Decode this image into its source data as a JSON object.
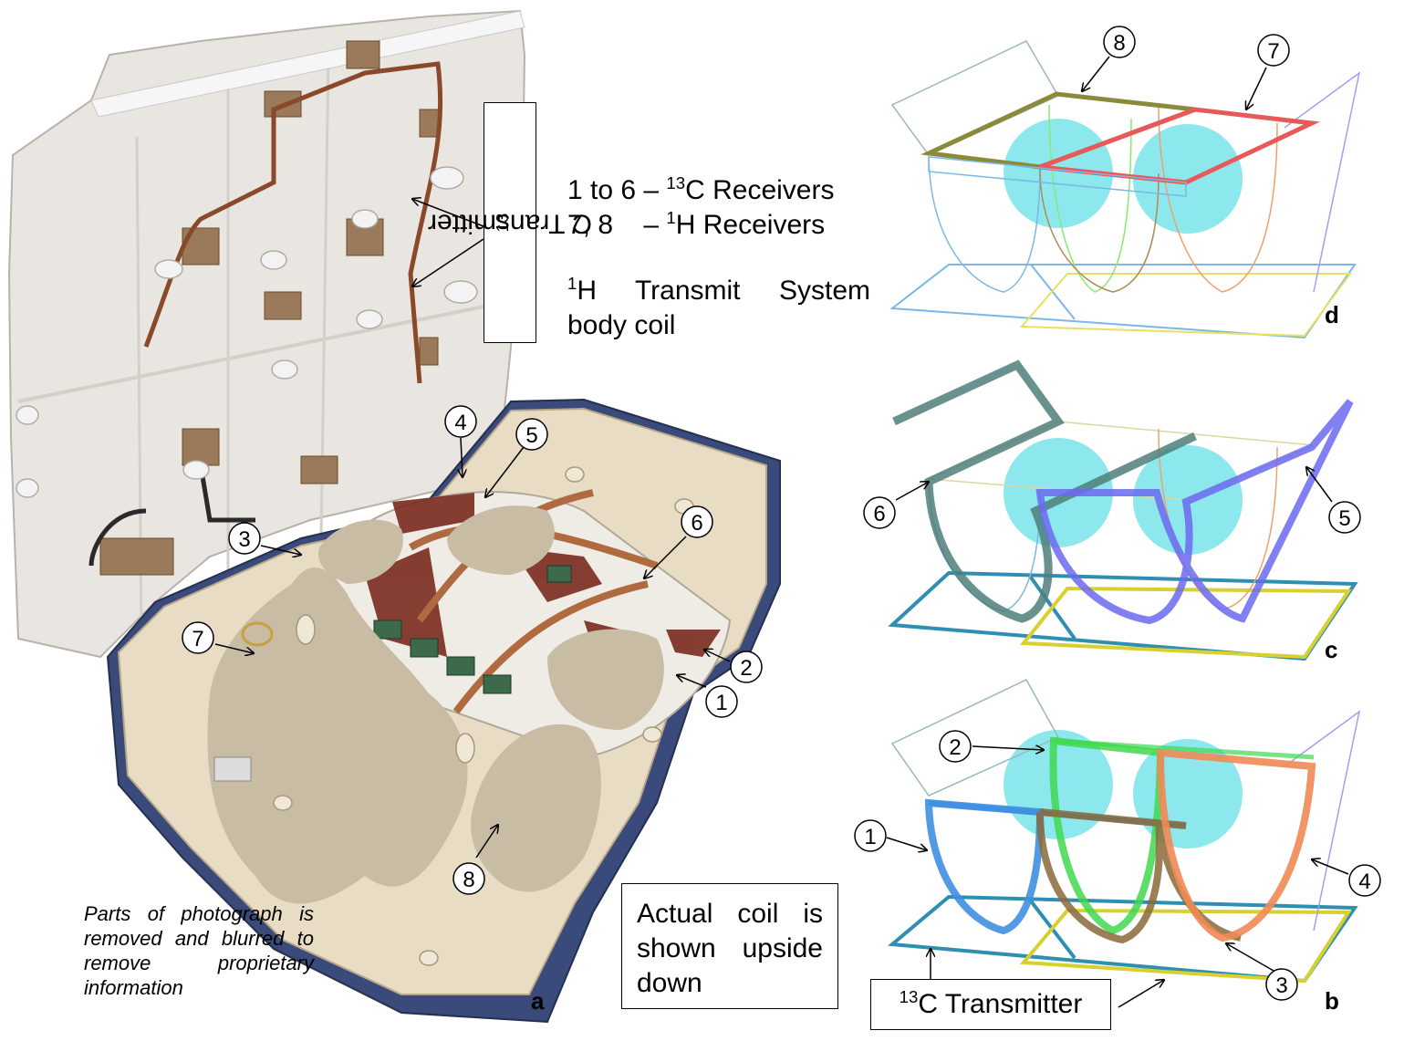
{
  "legend": {
    "line1_pre": "1 to 6 – ",
    "line1_sup": "13",
    "line1_post": "C Receivers",
    "line2_pre": "7, 8    – ",
    "line2_sup": "1",
    "line2_post": "H Receivers",
    "line3_sup": "1",
    "line3_post": "H Transmit System",
    "line4": "body coil"
  },
  "photo": {
    "transmitter_sup": "13",
    "transmitter_text": "C Transmitter",
    "callouts": [
      "1",
      "2",
      "3",
      "4",
      "5",
      "6",
      "7",
      "8"
    ]
  },
  "note": "Parts of photograph is removed and blurred to remove proprietary information",
  "actual_coil_box": "Actual coil is shown upside down",
  "panel_b": {
    "transmitter_sup": "13",
    "transmitter_text": "C Transmitter",
    "callouts": [
      "1",
      "2",
      "3",
      "4"
    ]
  },
  "panel_c": {
    "callouts": [
      "5",
      "6"
    ]
  },
  "panel_d": {
    "callouts": [
      "7",
      "8"
    ]
  },
  "panel_letters": {
    "a": "a",
    "b": "b",
    "c": "c",
    "d": "d"
  },
  "colors": {
    "coil1": "#3f8fe0",
    "coil2": "#3fd84f",
    "coil3": "#8a6a3a",
    "coil4": "#ef8a55",
    "coil5": "#6a6af0",
    "coil6": "#4f7f7a",
    "coil7": "#e85a5a",
    "coil8": "#8a8a3a",
    "transmitter_left": "#2f8fb0",
    "transmitter_right": "#d8d030",
    "phantom": "#40d8e0",
    "housing": "#e8dcc4",
    "housing_blue": "#3a4a7a"
  }
}
